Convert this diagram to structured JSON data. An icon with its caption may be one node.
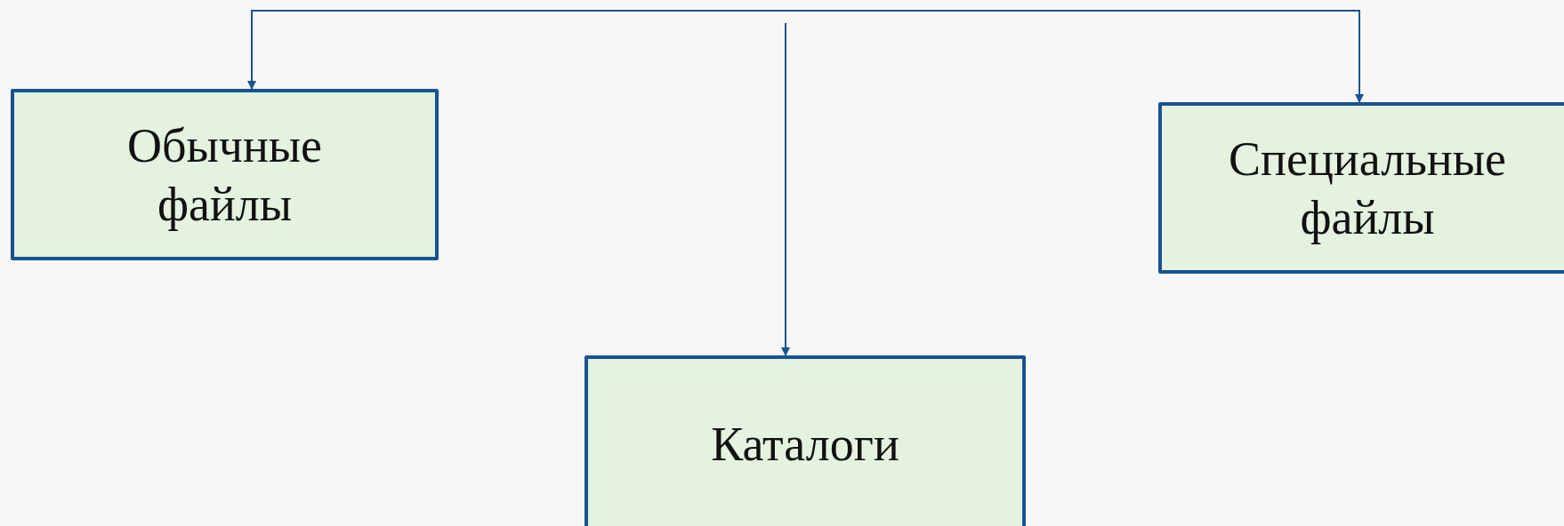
{
  "diagram": {
    "nodes": [
      {
        "text": [
          "Обычные файлы"
        ]
      },
      {
        "text": [
          "Специальные файлы"
        ]
      },
      {
        "text": [
          "Каталоги"
        ]
      }
    ],
    "edges": [
      {
        "from": null,
        "to": 0,
        "arrow": "to"
      },
      {
        "from": null,
        "to": 1,
        "arrow": "to"
      },
      {
        "from": null,
        "to": 2,
        "arrow": "to"
      }
    ]
  }
}
